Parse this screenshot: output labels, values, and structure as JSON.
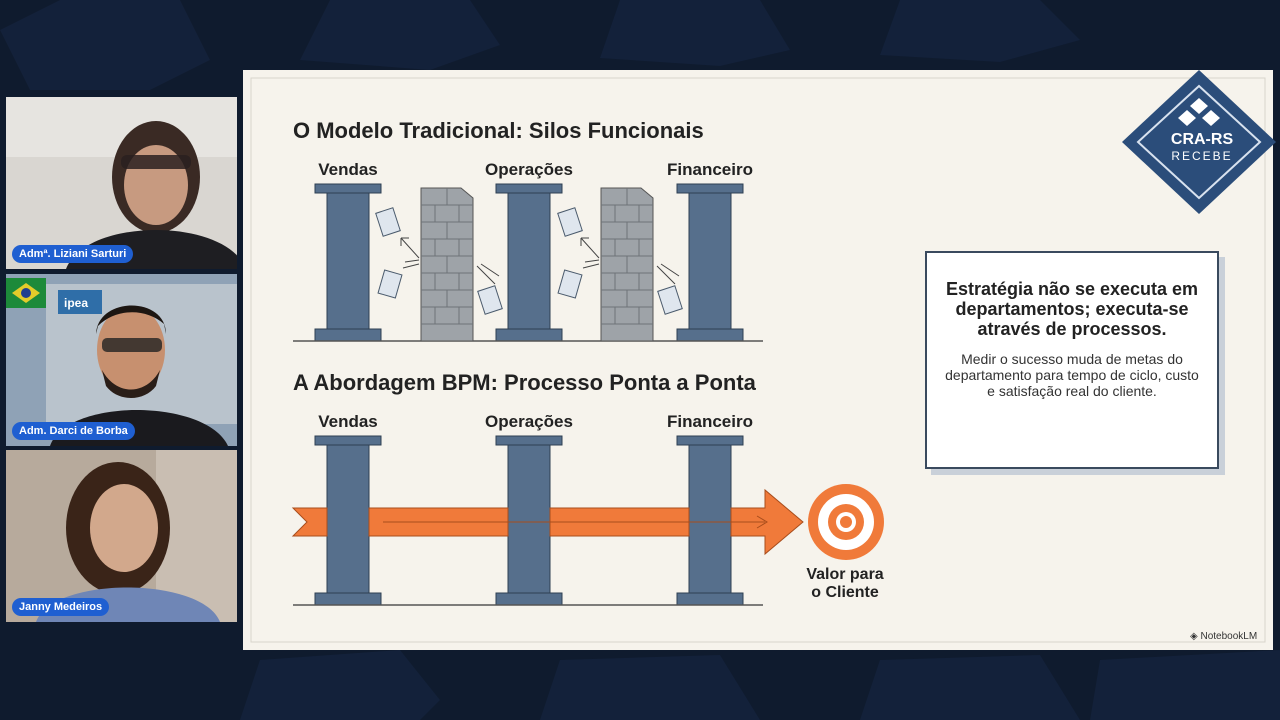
{
  "participants": [
    {
      "name": "Admª. Liziani Sarturi"
    },
    {
      "name": "Adm. Darci de Borba"
    },
    {
      "name": "Janny Medeiros"
    }
  ],
  "slide": {
    "heading_traditional": "O Modelo Tradicional: Silos Funcionais",
    "heading_bpm": "A Abordagem BPM: Processo Ponta a Ponta",
    "departments": [
      "Vendas",
      "Operações",
      "Financeiro"
    ],
    "target_label_line1": "Valor para",
    "target_label_line2": "o Cliente",
    "callout_title": "Estratégia não se executa em departamentos; executa-se através de processos.",
    "callout_body": "Medir o sucesso muda de metas do departamento para tempo de ciclo, custo e satisfação real do cliente.",
    "watermark": "NotebookLM"
  },
  "badge": {
    "line1": "CRA-RS",
    "line2": "RECEBE"
  },
  "colors": {
    "pillar": "#566f8c",
    "arrow": "#f07a3a",
    "name_tag": "#1f5fd1",
    "background": "#0f1b2e"
  }
}
